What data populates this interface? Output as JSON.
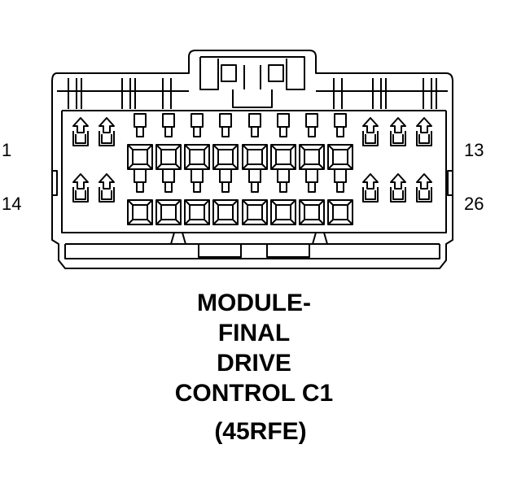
{
  "pin_labels": {
    "top_left": "1",
    "top_right": "13",
    "bottom_left": "14",
    "bottom_right": "26"
  },
  "caption": {
    "line1": "MODULE-",
    "line2": "FINAL",
    "line3": "DRIVE",
    "line4": "CONTROL C1",
    "line5": "(45RFE)"
  },
  "colors": {
    "stroke": "#000000",
    "background": "#ffffff"
  }
}
